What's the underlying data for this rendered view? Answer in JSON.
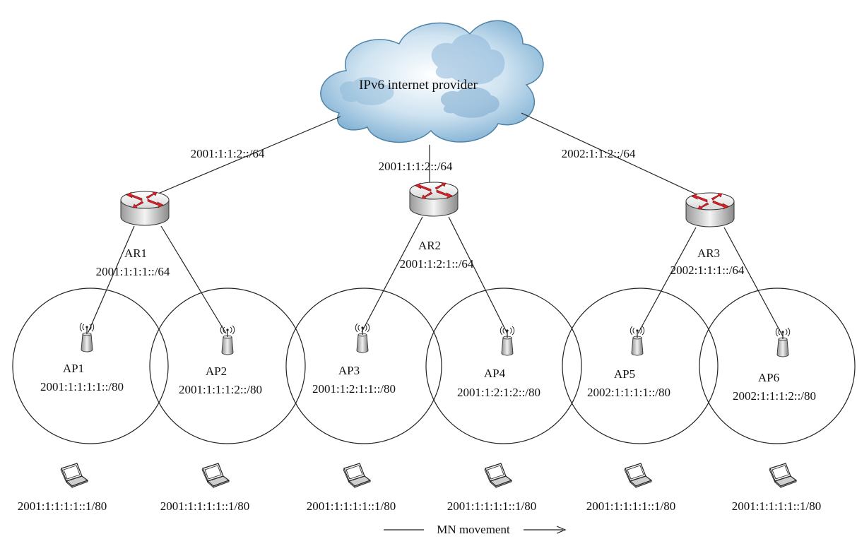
{
  "cloud": {
    "label": "IPv6 internet provider"
  },
  "uplinks": [
    {
      "label": "2001:1:1:2::/64"
    },
    {
      "label": "2001:1:1:2::/64"
    },
    {
      "label": "2002:1:1:2::/64"
    }
  ],
  "routers": [
    {
      "name": "AR1",
      "subnet": "2001:1:1:1::/64"
    },
    {
      "name": "AR2",
      "subnet": "2001:1:2:1::/64"
    },
    {
      "name": "AR3",
      "subnet": "2002:1:1:1::/64"
    }
  ],
  "access_points": [
    {
      "name": "AP1",
      "prefix": "2001:1:1:1:1::/80"
    },
    {
      "name": "AP2",
      "prefix": "2001:1:1:1:2::/80"
    },
    {
      "name": "AP3",
      "prefix": "2001:1:2:1:1::/80"
    },
    {
      "name": "AP4",
      "prefix": "2001:1:2:1:2::/80"
    },
    {
      "name": "AP5",
      "prefix": "2002:1:1:1:1::/80"
    },
    {
      "name": "AP6",
      "prefix": "2002:1:1:1:2::/80"
    }
  ],
  "mobile_nodes": [
    {
      "address": "2001:1:1:1:1::1/80"
    },
    {
      "address": "2001:1:1:1:1::1/80"
    },
    {
      "address": "2001:1:1:1:1::1/80"
    },
    {
      "address": "2001:1:1:1:1::1/80"
    },
    {
      "address": "2001:1:1:1:1::1/80"
    },
    {
      "address": "2001:1:1:1:1::1/80"
    }
  ],
  "movement": {
    "label": "MN movement"
  },
  "colors": {
    "cloud_light": "#eaf4fb",
    "cloud_dark": "#6fa3c8",
    "router_arrow": "#d9232a",
    "line": "#222222"
  }
}
